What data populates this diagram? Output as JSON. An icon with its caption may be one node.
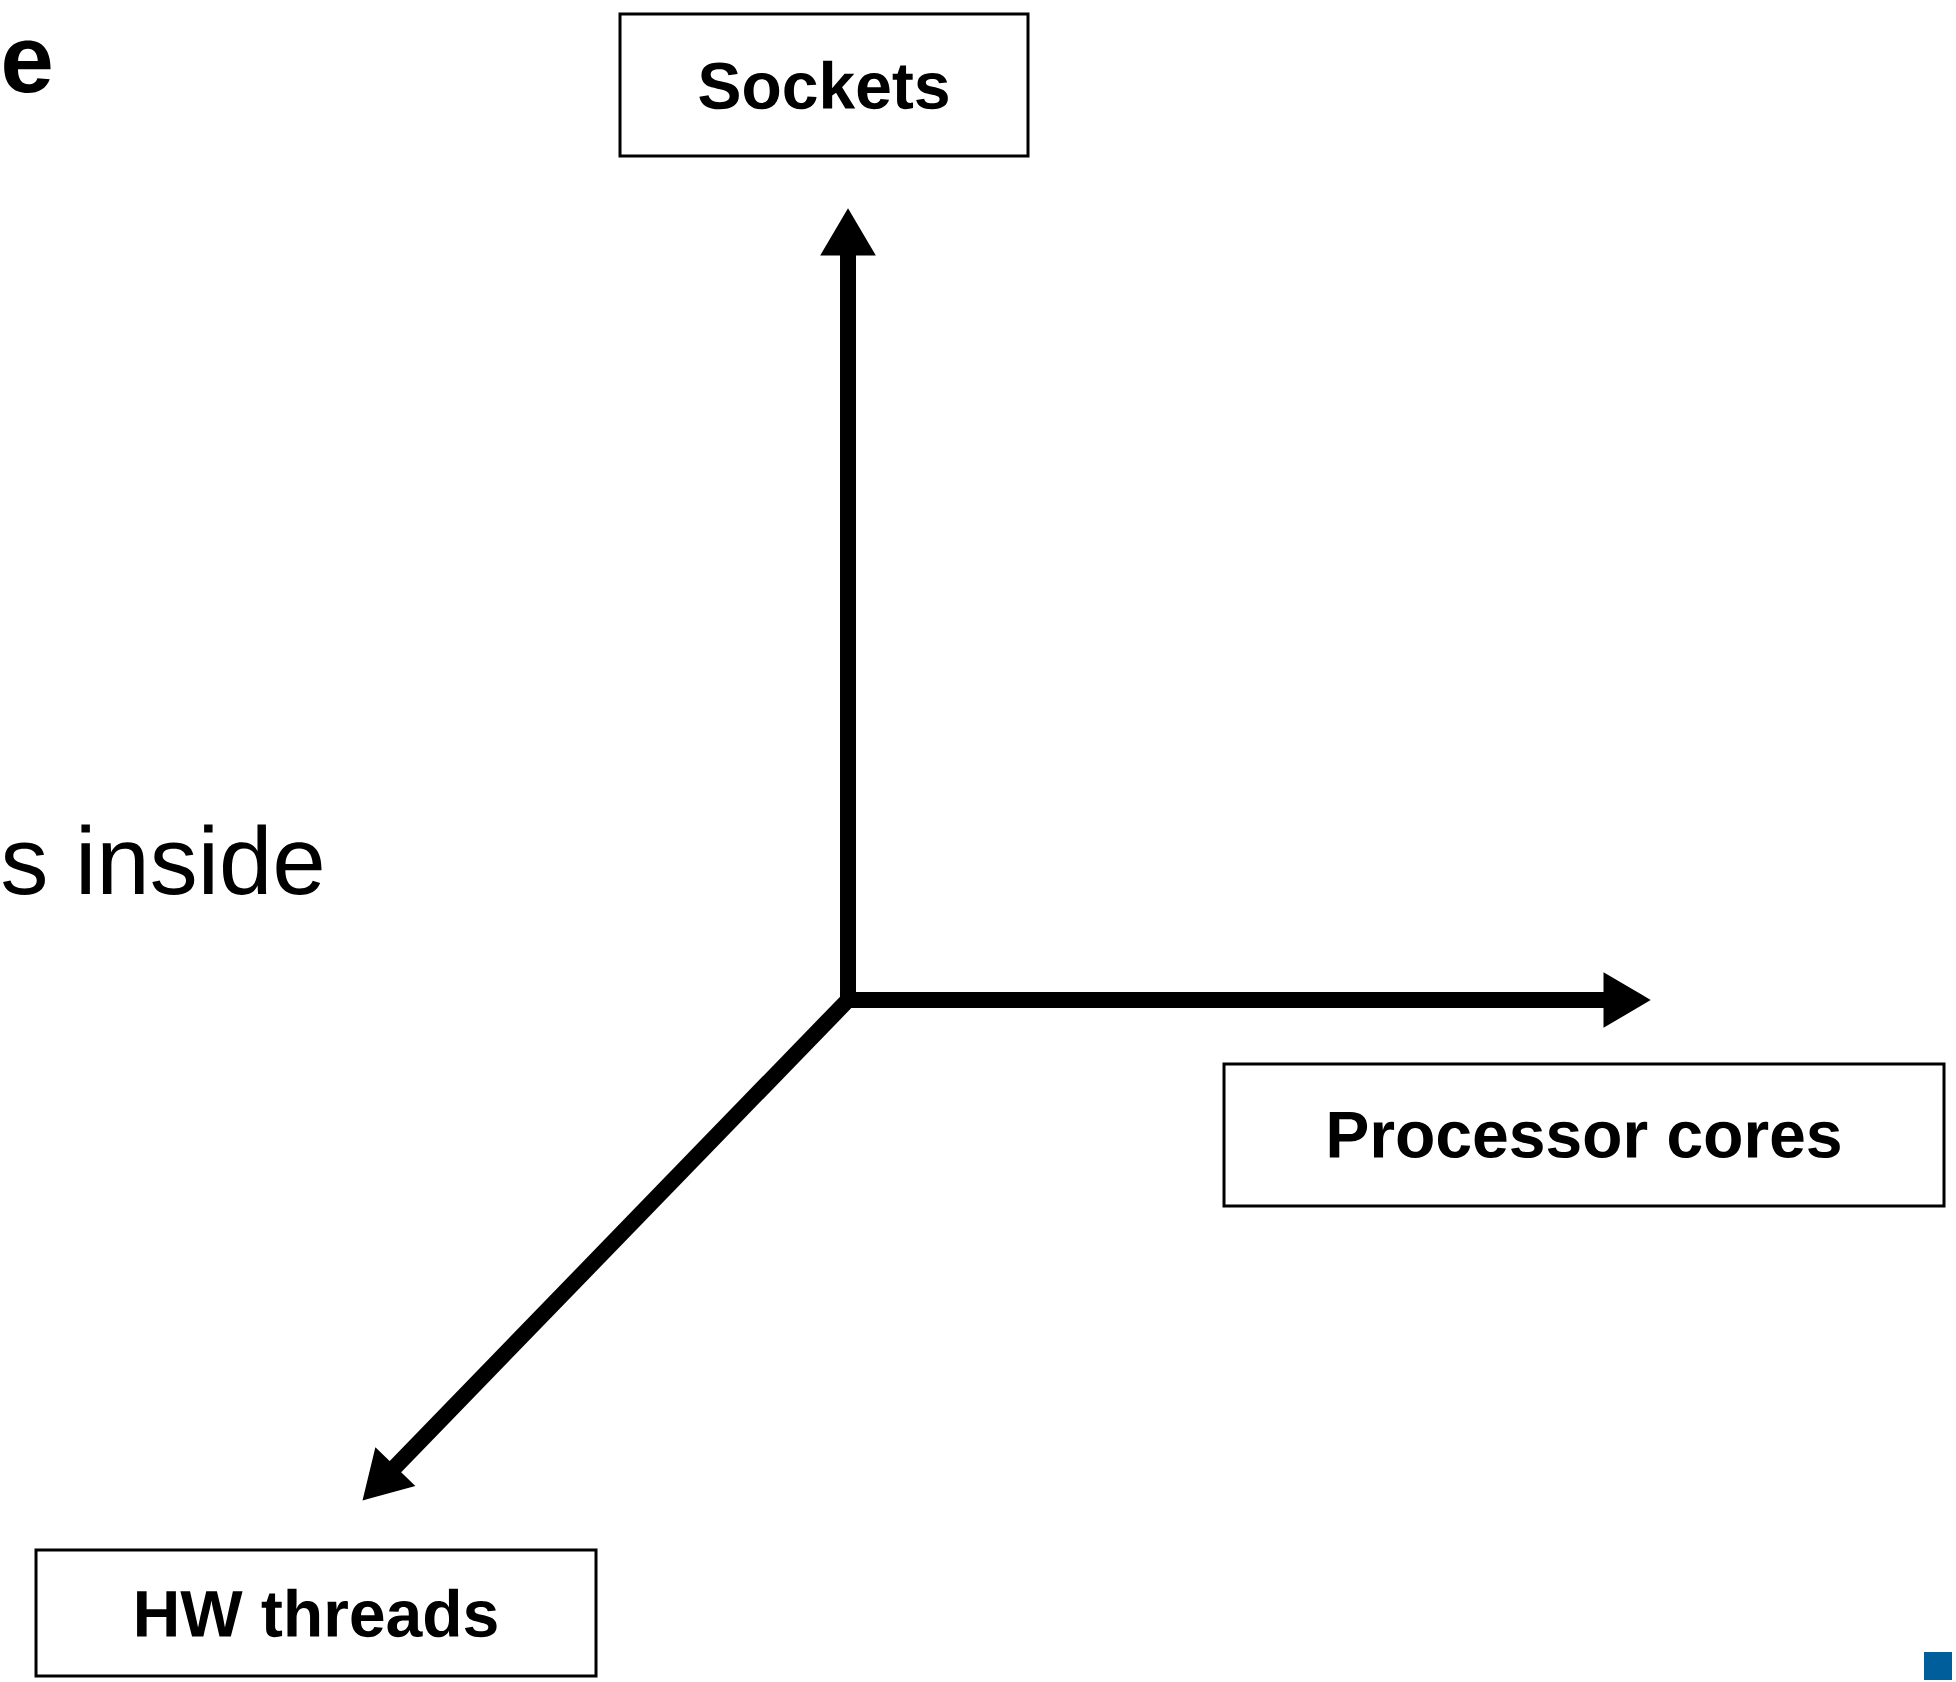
{
  "diagram": {
    "nodes": [
      {
        "text": [
          "Sockets"
        ]
      },
      {
        "text": [
          "Processor cores"
        ]
      },
      {
        "text": [
          "HW threads"
        ]
      }
    ],
    "edges": [
      {
        "from": null,
        "to": 0,
        "arrow": "to"
      },
      {
        "from": null,
        "to": 1,
        "arrow": "to"
      },
      {
        "from": null,
        "to": 2,
        "arrow": "to"
      }
    ],
    "labels": [
      "e",
      "s inside"
    ]
  }
}
